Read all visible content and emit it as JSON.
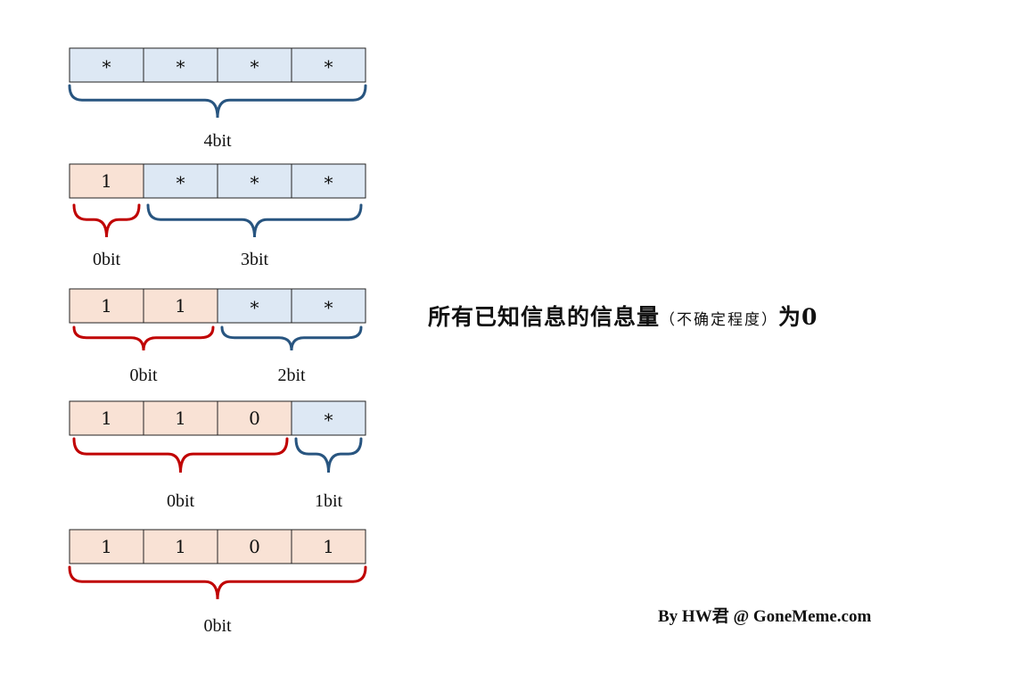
{
  "colors": {
    "unknown_fill": "#dde8f4",
    "known_fill": "#f9e2d5",
    "cell_border": "#222222",
    "unknown_brace": "#285580",
    "known_brace": "#c00000"
  },
  "rows": [
    {
      "cells": [
        "*",
        "*",
        "*",
        "*"
      ],
      "known": 0,
      "segments": [
        {
          "label": "4bit",
          "from": 0,
          "to": 3,
          "type": "unknown"
        }
      ]
    },
    {
      "cells": [
        "1",
        "*",
        "*",
        "*"
      ],
      "known": 1,
      "segments": [
        {
          "label": "0bit",
          "from": 0,
          "to": 0,
          "type": "known"
        },
        {
          "label": "3bit",
          "from": 1,
          "to": 3,
          "type": "unknown"
        }
      ]
    },
    {
      "cells": [
        "1",
        "1",
        "*",
        "*"
      ],
      "known": 2,
      "segments": [
        {
          "label": "0bit",
          "from": 0,
          "to": 1,
          "type": "known"
        },
        {
          "label": "2bit",
          "from": 2,
          "to": 3,
          "type": "unknown"
        }
      ]
    },
    {
      "cells": [
        "1",
        "1",
        "0",
        "*"
      ],
      "known": 3,
      "segments": [
        {
          "label": "0bit",
          "from": 0,
          "to": 2,
          "type": "known"
        },
        {
          "label": "1bit",
          "from": 3,
          "to": 3,
          "type": "unknown"
        }
      ]
    },
    {
      "cells": [
        "1",
        "1",
        "0",
        "1"
      ],
      "known": 4,
      "segments": [
        {
          "label": "0bit",
          "from": 0,
          "to": 3,
          "type": "known"
        }
      ]
    }
  ],
  "title": {
    "main": "所有已知信息的信息量",
    "sub": "（不确定程度）",
    "tail": "为0"
  },
  "credit": "By HW君 @ GoneMeme.com"
}
